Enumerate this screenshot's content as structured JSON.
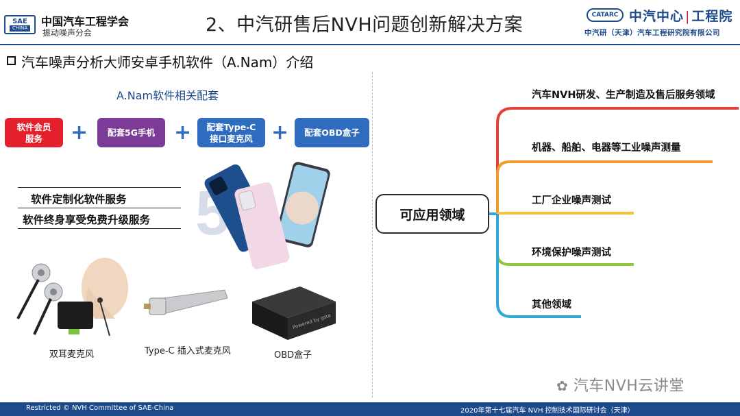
{
  "header": {
    "org_logo_text": "SAE",
    "org_logo_sub": "CHINA",
    "org_name": "中国汽车工程学会",
    "org_branch": "振动噪声分会",
    "slide_title": "2、中汽研售后NVH问题创新解决方案",
    "partner_logo_text": "CATARC",
    "partner_name": "中汽中心",
    "partner_name2": "工程院",
    "partner_full": "中汽研（天津）汽车工程研究院有限公司"
  },
  "section": {
    "title": "汽车噪声分析大师安卓手机软件（A.Nam）介绍"
  },
  "kit": {
    "title": "A.Nam软件相关配套",
    "items": [
      {
        "label": "软件会员\n服务",
        "color": "#e3202b"
      },
      {
        "label": "配套5G手机",
        "color": "#7b3b96"
      },
      {
        "label": "配套Type-C\n接口麦克风",
        "color": "#2f6cc0"
      },
      {
        "label": "配套OBD盒子",
        "color": "#2f6cc0"
      }
    ],
    "plus": "+"
  },
  "services": [
    "软件定制化软件服务",
    "软件终身享受免费升级服务"
  ],
  "phone_graphic_text": "5G",
  "obd_device_text": "Powered by gsta",
  "captions": {
    "binaural": "双耳麦克风",
    "typec": "Type-C 插入式麦克风",
    "obd": "OBD盒子"
  },
  "mindmap": {
    "root": "可应用领域",
    "branches": [
      {
        "label": "汽车NVH研发、生产制造及售后服务领域",
        "color": "#e2413b"
      },
      {
        "label": "机器、船舶、电器等工业噪声测量",
        "color": "#f29a2e"
      },
      {
        "label": "工厂企业噪声测试",
        "color": "#f2c230"
      },
      {
        "label": "环境保护噪声测试",
        "color": "#8fc93a"
      },
      {
        "label": "其他领域",
        "color": "#2fa8d6"
      }
    ]
  },
  "footer": {
    "left": "Restricted © NVH Committee of SAE-China",
    "right": "2020年第十七届汽车 NVH 控制技术国际研讨会（天津）"
  },
  "watermark": "汽车NVH云讲堂"
}
